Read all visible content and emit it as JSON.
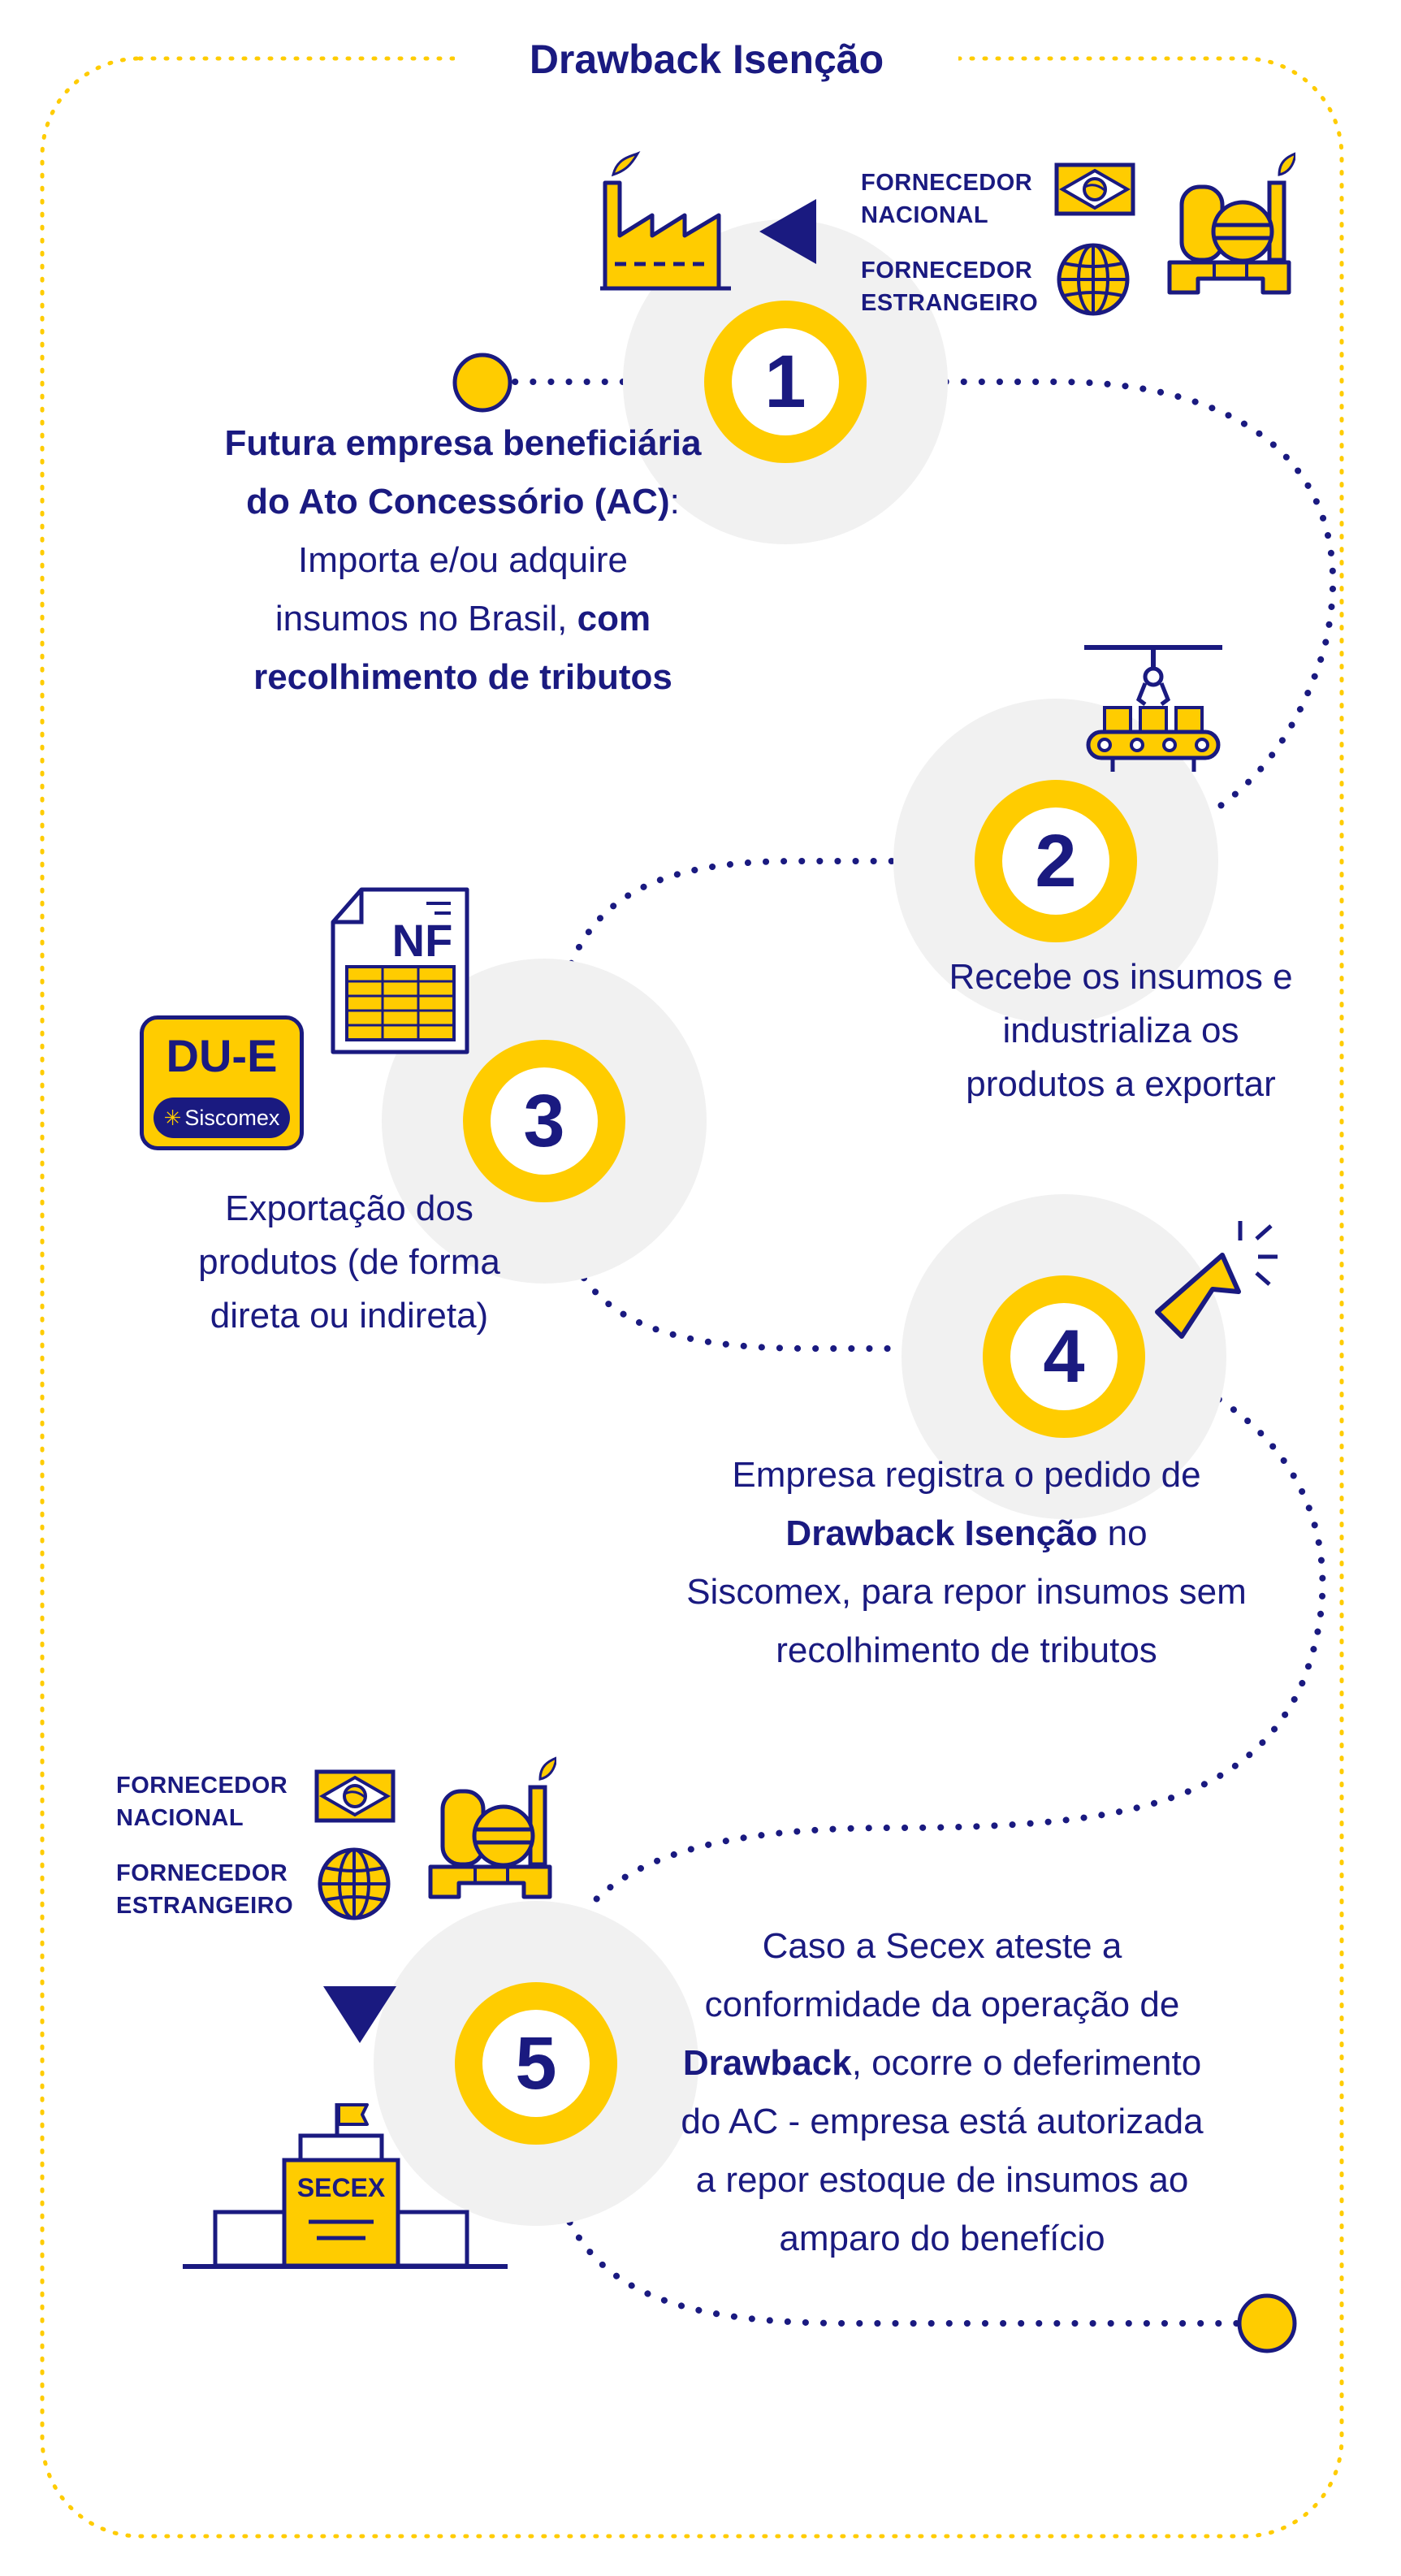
{
  "title": "Drawback Isenção",
  "colors": {
    "navy": "#1a1a80",
    "yellow": "#ffcc00",
    "halo": "#f1f1f1"
  },
  "suppliers_top": {
    "national": "FORNECEDOR NACIONAL",
    "foreign": "FORNECEDOR ESTRANGEIRO"
  },
  "suppliers_bottom": {
    "national": "FORNECEDOR NACIONAL",
    "foreign": "FORNECEDOR ESTRANGEIRO"
  },
  "steps": [
    {
      "number": "1",
      "lines": [
        {
          "b": "Futura empresa beneficiária"
        },
        {
          "b": "do Ato Concessório (AC)",
          "t": ":"
        },
        {
          "t": "Importa e/ou adquire"
        },
        {
          "t": "insumos no Brasil, ",
          "b": "com"
        },
        {
          "b": "recolhimento de tributos"
        }
      ]
    },
    {
      "number": "2",
      "lines": [
        {
          "t": "Recebe os insumos e"
        },
        {
          "t": "industrializa os"
        },
        {
          "t": "produtos a exportar"
        }
      ]
    },
    {
      "number": "3",
      "lines": [
        {
          "t": "Exportação dos"
        },
        {
          "t": "produtos (de forma"
        },
        {
          "t": "direta ou indireta)"
        }
      ]
    },
    {
      "number": "4",
      "lines": [
        {
          "t": "Empresa registra o pedido de"
        },
        {
          "b": "Drawback Isenção",
          "t": " no"
        },
        {
          "t": "Siscomex, para repor insumos sem"
        },
        {
          "t": "recolhimento de tributos"
        }
      ]
    },
    {
      "number": "5",
      "lines": [
        {
          "t": "Caso a Secex ateste a"
        },
        {
          "t": "conformidade da operação de"
        },
        {
          "b": "Drawback",
          "t": ", ocorre o deferimento"
        },
        {
          "t": "do AC - empresa está autorizada"
        },
        {
          "t": "a repor estoque de insumos ao"
        },
        {
          "t": "amparo do benefício"
        }
      ]
    }
  ],
  "icons": {
    "nf_label": "NF",
    "due_label": "DU-E",
    "siscomex_label": "Siscomex",
    "secex_label": "SECEX",
    "names": [
      "factory-icon",
      "triangle-arrow-left-icon",
      "brazil-flag-icon",
      "globe-icon",
      "refinery-icon",
      "conveyor-robot-icon",
      "nf-document-icon",
      "due-siscomex-badge-icon",
      "cursor-click-icon",
      "triangle-arrow-down-icon",
      "secex-building-icon"
    ]
  }
}
